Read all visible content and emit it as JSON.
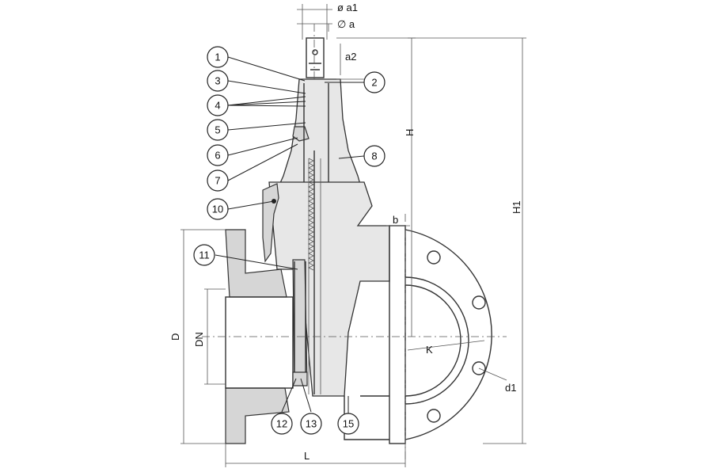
{
  "callouts": [
    {
      "label": "1"
    },
    {
      "label": "2"
    },
    {
      "label": "3"
    },
    {
      "label": "4"
    },
    {
      "label": "5"
    },
    {
      "label": "6"
    },
    {
      "label": "7"
    },
    {
      "label": "8"
    },
    {
      "label": "10"
    },
    {
      "label": "11"
    },
    {
      "label": "12"
    },
    {
      "label": "13"
    },
    {
      "label": "15"
    }
  ],
  "dimensions": {
    "a1": "ø a1",
    "a": "∅ a",
    "a2": "a2",
    "H": "H",
    "H1": "H1",
    "b": "b",
    "D": "D",
    "DN": "DN",
    "K": "K",
    "d1": "d1",
    "L": "L"
  }
}
